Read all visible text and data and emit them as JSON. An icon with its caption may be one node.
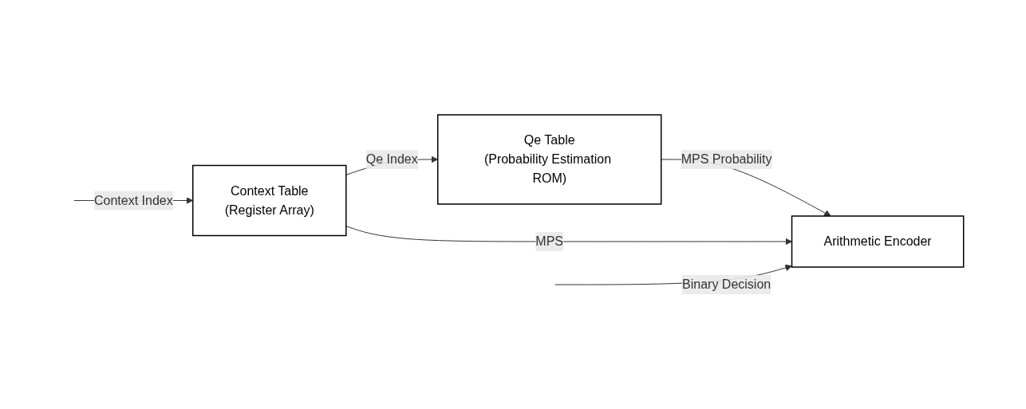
{
  "diagram": {
    "nodes": [
      {
        "text": [
          "Context Table",
          "(Register Array)"
        ]
      },
      {
        "text": [
          "Qe Table",
          "(Probability Estimation ROM)"
        ]
      },
      {
        "text": [
          "Arithmetic Encoder"
        ]
      }
    ],
    "edges": [
      {
        "from": null,
        "to": 0,
        "arrow": "to",
        "label": "Context Index"
      },
      {
        "from": 0,
        "to": 1,
        "arrow": "to",
        "label": "Qe Index"
      },
      {
        "from": 1,
        "to": 2,
        "arrow": "to",
        "label": "MPS Probability"
      },
      {
        "from": 0,
        "to": 2,
        "arrow": "to",
        "label": "MPS"
      },
      {
        "from": null,
        "to": 2,
        "arrow": "to",
        "label": "Binary Decision"
      }
    ]
  }
}
